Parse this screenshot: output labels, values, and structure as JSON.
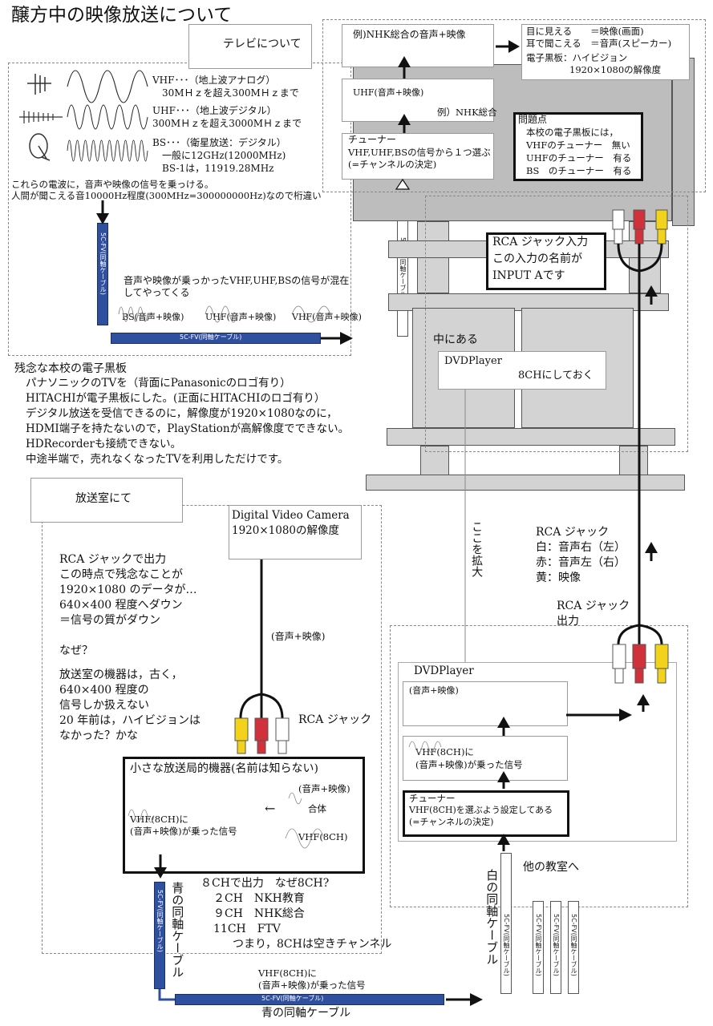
{
  "title": "醸方中の映像放送について",
  "tv_section": {
    "header": "テレビについて",
    "vhf": [
      "VHF･･･（地上波アナログ）",
      "30MＨｚを超え300MＨｚまで"
    ],
    "uhf": [
      "UHF･･･（地上波デジタル）",
      "300MＨｚを超え3000MＨｚまで"
    ],
    "bs": [
      "BS･･･（衛星放送：デジタル）",
      "一般に12GHz(12000MHz)",
      "BS-1は，11919.28MHz"
    ],
    "note": [
      "これらの電波に，音声や映像の信号を乗っける。",
      "人間が聞こえる音10000Hz程度(300MHz=300000000Hz)なので桁違い"
    ],
    "mixed_note": [
      "音声や映像が乗っかったVHF,UHF,BSの信号が混在",
      "してやってくる"
    ],
    "wave_labels": [
      "BS(音声+映像)",
      "UHF(音声+映像)",
      "VHF(音声+映像)"
    ],
    "cable_name": "5C-FV(同軸ケーブル)"
  },
  "flow": {
    "example_top": "例)NHK総合の音声+映像",
    "uhf_box": "UHF(音声+映像)",
    "uhf_example": "例）NHK総合",
    "tuner_title": "チューナー",
    "tuner_body": [
      "VHF,UHF,BSの信号から１つ選ぶ",
      "(=チャンネルの決定)"
    ],
    "see": [
      "目に見える　　＝映像(画面)",
      "耳で聞こえる　＝音声(スピーカー)"
    ],
    "board": [
      "電子黒板：ハイビジョン",
      "1920×1080の解像度"
    ],
    "problem_title": "問題点",
    "problem_lines": [
      "本校の電子黒板には，",
      "VHFのチューナー　無い",
      "UHFのチューナー　有る",
      "BS　のチューナー　有る"
    ]
  },
  "rca_input": [
    "RCA ジャック入力",
    "この入力の名前が",
    "INPUT Aです"
  ],
  "shelf": {
    "inside_label": "中にある",
    "dvd_name": "DVDPlayer",
    "dvd_setting": "8CHにしておく"
  },
  "school_board": [
    "残念な本校の電子黒板",
    "パナソニックのTVを（背面にPanasonicのロゴ有り）",
    "HITACHIが電子黒板にした。(正面にHITACHIのロゴ有り）",
    "デジタル放送を受信できるのに，解像度が1920×1080なのに，",
    "HDMI端子を持たないので，PlayStationが高解像度でできない。",
    "HDRecorderも接続できない。",
    "中途半端で，売れなくなったTVを利用しただけです。"
  ],
  "broadcast": {
    "header": "放送室にて",
    "camera": [
      "Digital Video Camera",
      "1920×1080の解像度"
    ],
    "rca_out_note": [
      "RCA ジャックで出力",
      "この時点で残念なことが",
      "1920×1080 のデータが…",
      "640×400 程度へダウン",
      "＝信号の質がダウン",
      "",
      "なぜ？",
      "",
      "放送室の機器は，古く，",
      "640×400 程度の",
      "信号しか扱えない",
      "20 年前は，ハイビジョンは",
      "なかった？かな"
    ],
    "av_label": "(音声+映像)",
    "rca_jack": "RCA ジャック",
    "station_title": "小さな放送局的機器(名前は知らない)",
    "station_av": "(音声+映像)",
    "arrow_char": "←",
    "combine": "合体",
    "station_vhf": "VHF(8CH)",
    "station_signal": [
      "VHF(8CH)に",
      "(音声+映像)が乗った信号"
    ],
    "channels": [
      "８CHで出力　なぜ8CH?",
      "２CH　NKH教育",
      "９CH　NHK総合",
      "11CH　FTV",
      "つまり，8CHは空きチャンネル"
    ],
    "blue_cable_v": "青の同軸ケーブル",
    "bottom_signal": [
      "VHF(8CH)に",
      "(音声+映像)が乗った信号"
    ],
    "blue_cable_bottom": "青の同軸ケーブル"
  },
  "right_side": {
    "expand": "ここを拡大",
    "rca_colors": [
      "RCA ジャック",
      "白：音声右（左）",
      "赤：音声左（右）",
      "黄：映像"
    ],
    "rca_output": [
      "RCA ジャック",
      "出力"
    ],
    "dvd_title": "DVDPlayer",
    "dvd_av": "(音声+映像)",
    "dvd_signal": [
      "VHF(8CH)に",
      "(音声+映像)が乗った信号"
    ],
    "dvd_tuner_title": "チューナー",
    "dvd_tuner_body": [
      "VHF(8CH)を選ぶよう設定してある",
      "(=チャンネルの決定)"
    ],
    "other_rooms": "他の教室へ",
    "white_cable": "白の同軸ケーブル"
  },
  "colors": {
    "blue_cable": "#2f4f9f",
    "rca_red": "#d0313b",
    "rca_yellow": "#f2d21b",
    "rca_white": "#ffffff",
    "tv_gray": "#bdbdbd"
  }
}
